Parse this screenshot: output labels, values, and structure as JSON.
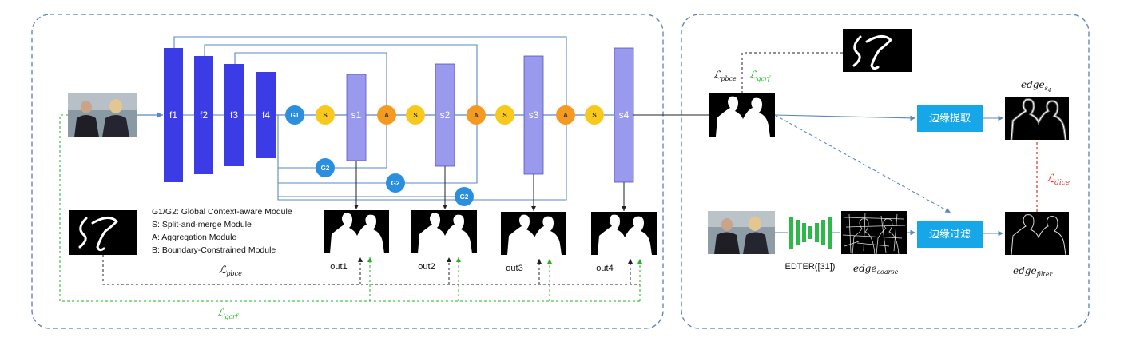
{
  "encoder": {
    "f1": "f1",
    "f2": "f2",
    "f3": "f3",
    "f4": "f4"
  },
  "stages": {
    "s1": "s1",
    "s2": "s2",
    "s3": "s3",
    "s4": "s4"
  },
  "modules": {
    "g1": "G1",
    "g2": "G2",
    "s": "S",
    "a": "A"
  },
  "outputs": [
    "out1",
    "out2",
    "out3",
    "out4"
  ],
  "legend": {
    "line1": "G1/G2: Global Context-aware Module",
    "line2": "S: Split-and-merge Module",
    "line3": "A: Aggregation Module",
    "line4": "B: Boundary-Constrained Module"
  },
  "losses": {
    "pbce_symbol": "ℒ",
    "pbce_sub": "pbce",
    "gcrf_symbol": "ℒ",
    "gcrf_sub": "gcrf",
    "dice_symbol": "ℒ",
    "dice_sub": "dice"
  },
  "right": {
    "extract_button": "边缘提取",
    "filter_button": "边缘过滤",
    "edter_label": "EDTER([31])",
    "edge_s4_base": "edge",
    "edge_s4_sub": "s",
    "edge_s4_subsub": "4",
    "edge_coarse_base": "edge",
    "edge_coarse_sub": "coarse",
    "edge_filter_base": "edge",
    "edge_filter_sub": "filter"
  },
  "colors": {
    "encoder_blue": "#3c3ce6",
    "stage_lavender": "#9999ee",
    "g_blue": "#2b8fe0",
    "s_yellow": "#f8c81c",
    "a_orange": "#f59a21",
    "button_cyan": "#15a7e8",
    "frame_dash": "#5b7fb5",
    "gcrf_green": "#22b522",
    "dice_red": "#e42a2a"
  }
}
